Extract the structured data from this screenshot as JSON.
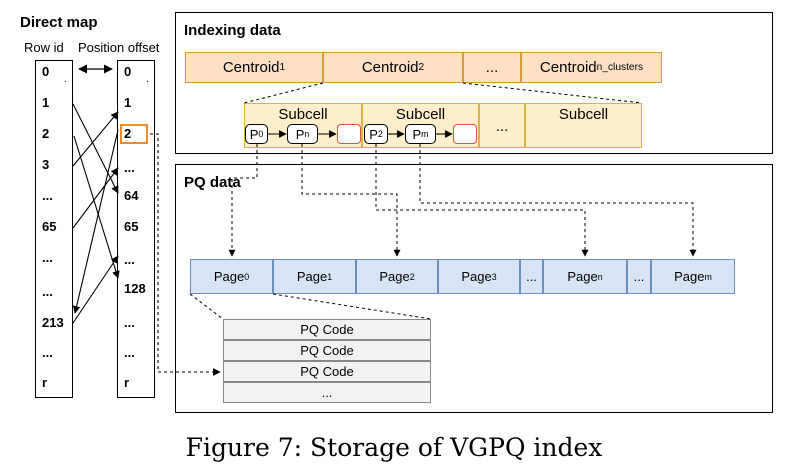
{
  "direct_map": {
    "title": "Direct map",
    "row_id_label": "Row id",
    "position_offset_label": "Position offset",
    "row_ids": [
      "0",
      "1",
      "2",
      "3",
      "...",
      "65",
      "...",
      "...",
      "213",
      "...",
      "r"
    ],
    "offsets": [
      "0",
      "1",
      "2",
      "...",
      "64",
      "65",
      "...",
      "128",
      "...",
      "...",
      "r"
    ],
    "highlighted_offset": "2",
    "small_dot": "."
  },
  "indexing_data": {
    "title": "Indexing data",
    "centroid_base": "Centroid",
    "centroid_subs": [
      "1",
      "2"
    ],
    "centroid_ellipsis": "...",
    "centroid_last_sub": "n_clusters",
    "subcell_label": "Subcell",
    "subcell_ellipsis": "...",
    "pointer_base": "P",
    "pointer_subs": [
      "0",
      "n",
      "2",
      "m"
    ]
  },
  "pq_data": {
    "title": "PQ data",
    "page_base": "Page",
    "page_subs": [
      "0",
      "1",
      "2",
      "3"
    ],
    "page_ellipsis": "...",
    "page_n_sub": "n",
    "page_m_sub": "m",
    "pq_codes": [
      "PQ Code",
      "PQ Code",
      "PQ Code",
      "..."
    ]
  },
  "caption": "Figure 7: Storage of VGPQ index",
  "colors": {
    "centroid_fill": "#fce0c4",
    "subcell_fill": "#fcefc9",
    "page_fill": "#d6e4f5",
    "highlight": "#f08a24",
    "null_pointer_border": "#e0523c"
  }
}
